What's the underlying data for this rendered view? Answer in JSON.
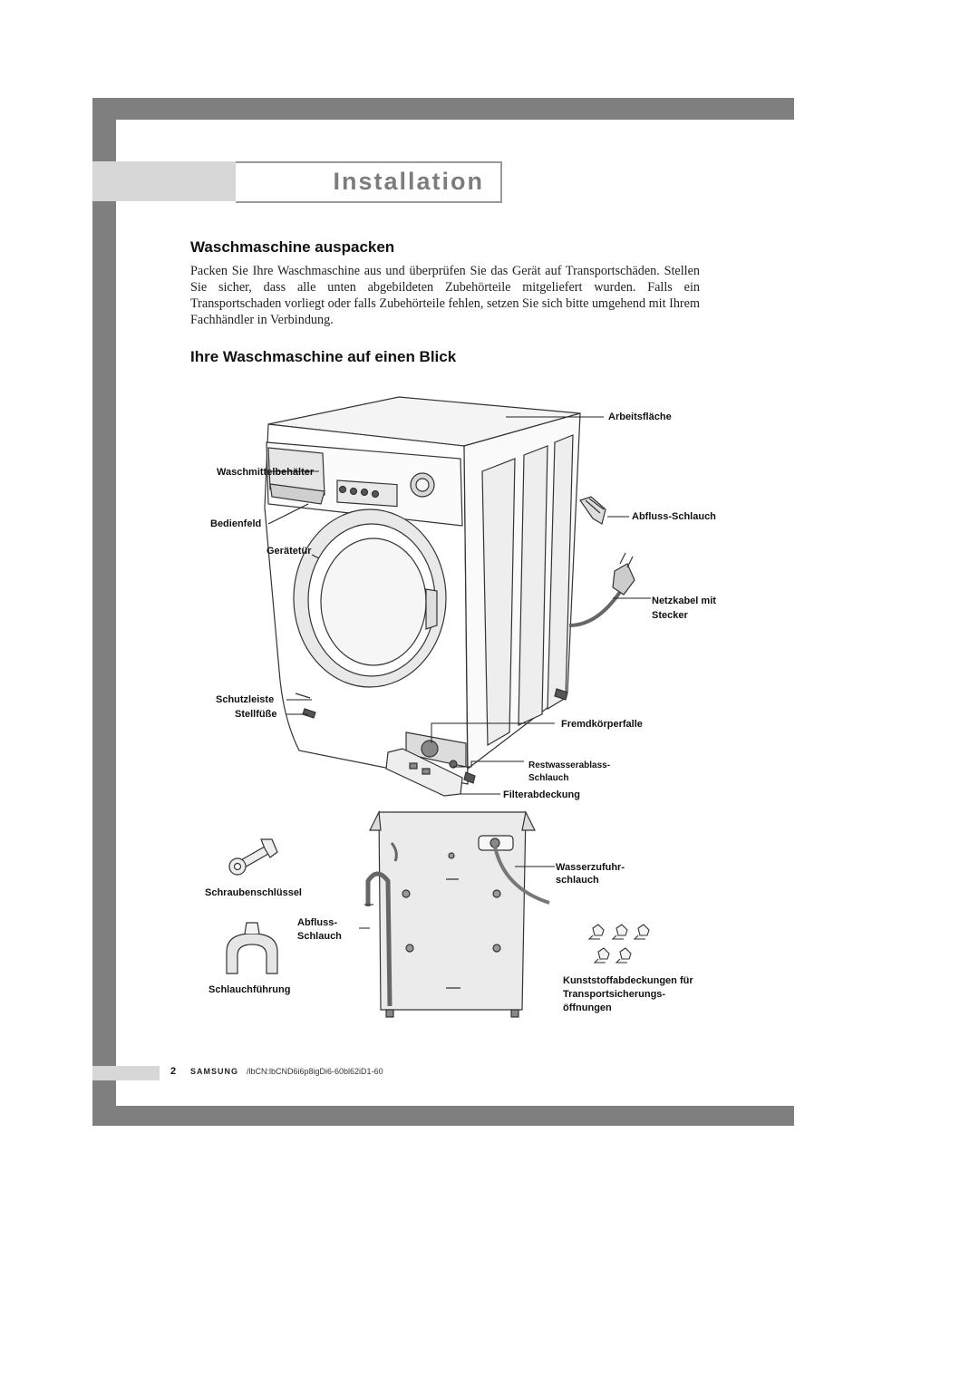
{
  "header": {
    "title": "Installation"
  },
  "section1": {
    "heading": "Waschmaschine auspacken",
    "text": "Packen Sie Ihre Waschmaschine aus und überprüfen Sie das Gerät auf Transportschäden. Stellen Sie sicher, dass alle unten abgebildeten Zubehörteile mitgeliefert wurden. Falls ein Transportschaden vorliegt oder falls Zubehörteile fehlen, setzen Sie sich bitte umgehend mit Ihrem Fachhändler in Verbindung."
  },
  "section2": {
    "heading": "Ihre Waschmaschine auf einen Blick"
  },
  "labels": {
    "arbeitsflaeche": "Arbeitsfläche",
    "waschmittelbehaelter": "Waschmittelbehälter",
    "abfluss_schlauch": "Abfluss-Schlauch",
    "bedienfeld": "Bedienfeld",
    "geraetetuer": "Gerätetür",
    "netzkabel_1": "Netzkabel mit",
    "netzkabel_2": "Stecker",
    "schutzleiste": "Schutzleiste",
    "stellfuesse": "Stellfüße",
    "fremdkoerperfalle": "Fremdkörperfalle",
    "restwasser_1": "Restwasserablass-",
    "restwasser_2": "Schlauch",
    "filterabdeckung": "Filterabdeckung",
    "wasserzufuhr_1": "Wasserzufuhr-",
    "wasserzufuhr_2": "schlauch",
    "schraubenschluessel": "Schraubenschlüssel",
    "abfluss2_1": "Abfluss-",
    "abfluss2_2": "Schlauch",
    "schlauchfuehrung": "Schlauchführung",
    "kunststoff_1": "Kunststoffabdeckungen für",
    "kunststoff_2": "Transportsicherungs-",
    "kunststoff_3": "öffnungen"
  },
  "footer": {
    "page_number": "2",
    "brand": "SAMSUNG",
    "code": "/lbCN:lbCND6i6p8igDi6-60bl62iD1-60"
  },
  "colors": {
    "frame": "#7f7f7f",
    "band": "#d7d7d7",
    "title": "#7d7d7d"
  }
}
